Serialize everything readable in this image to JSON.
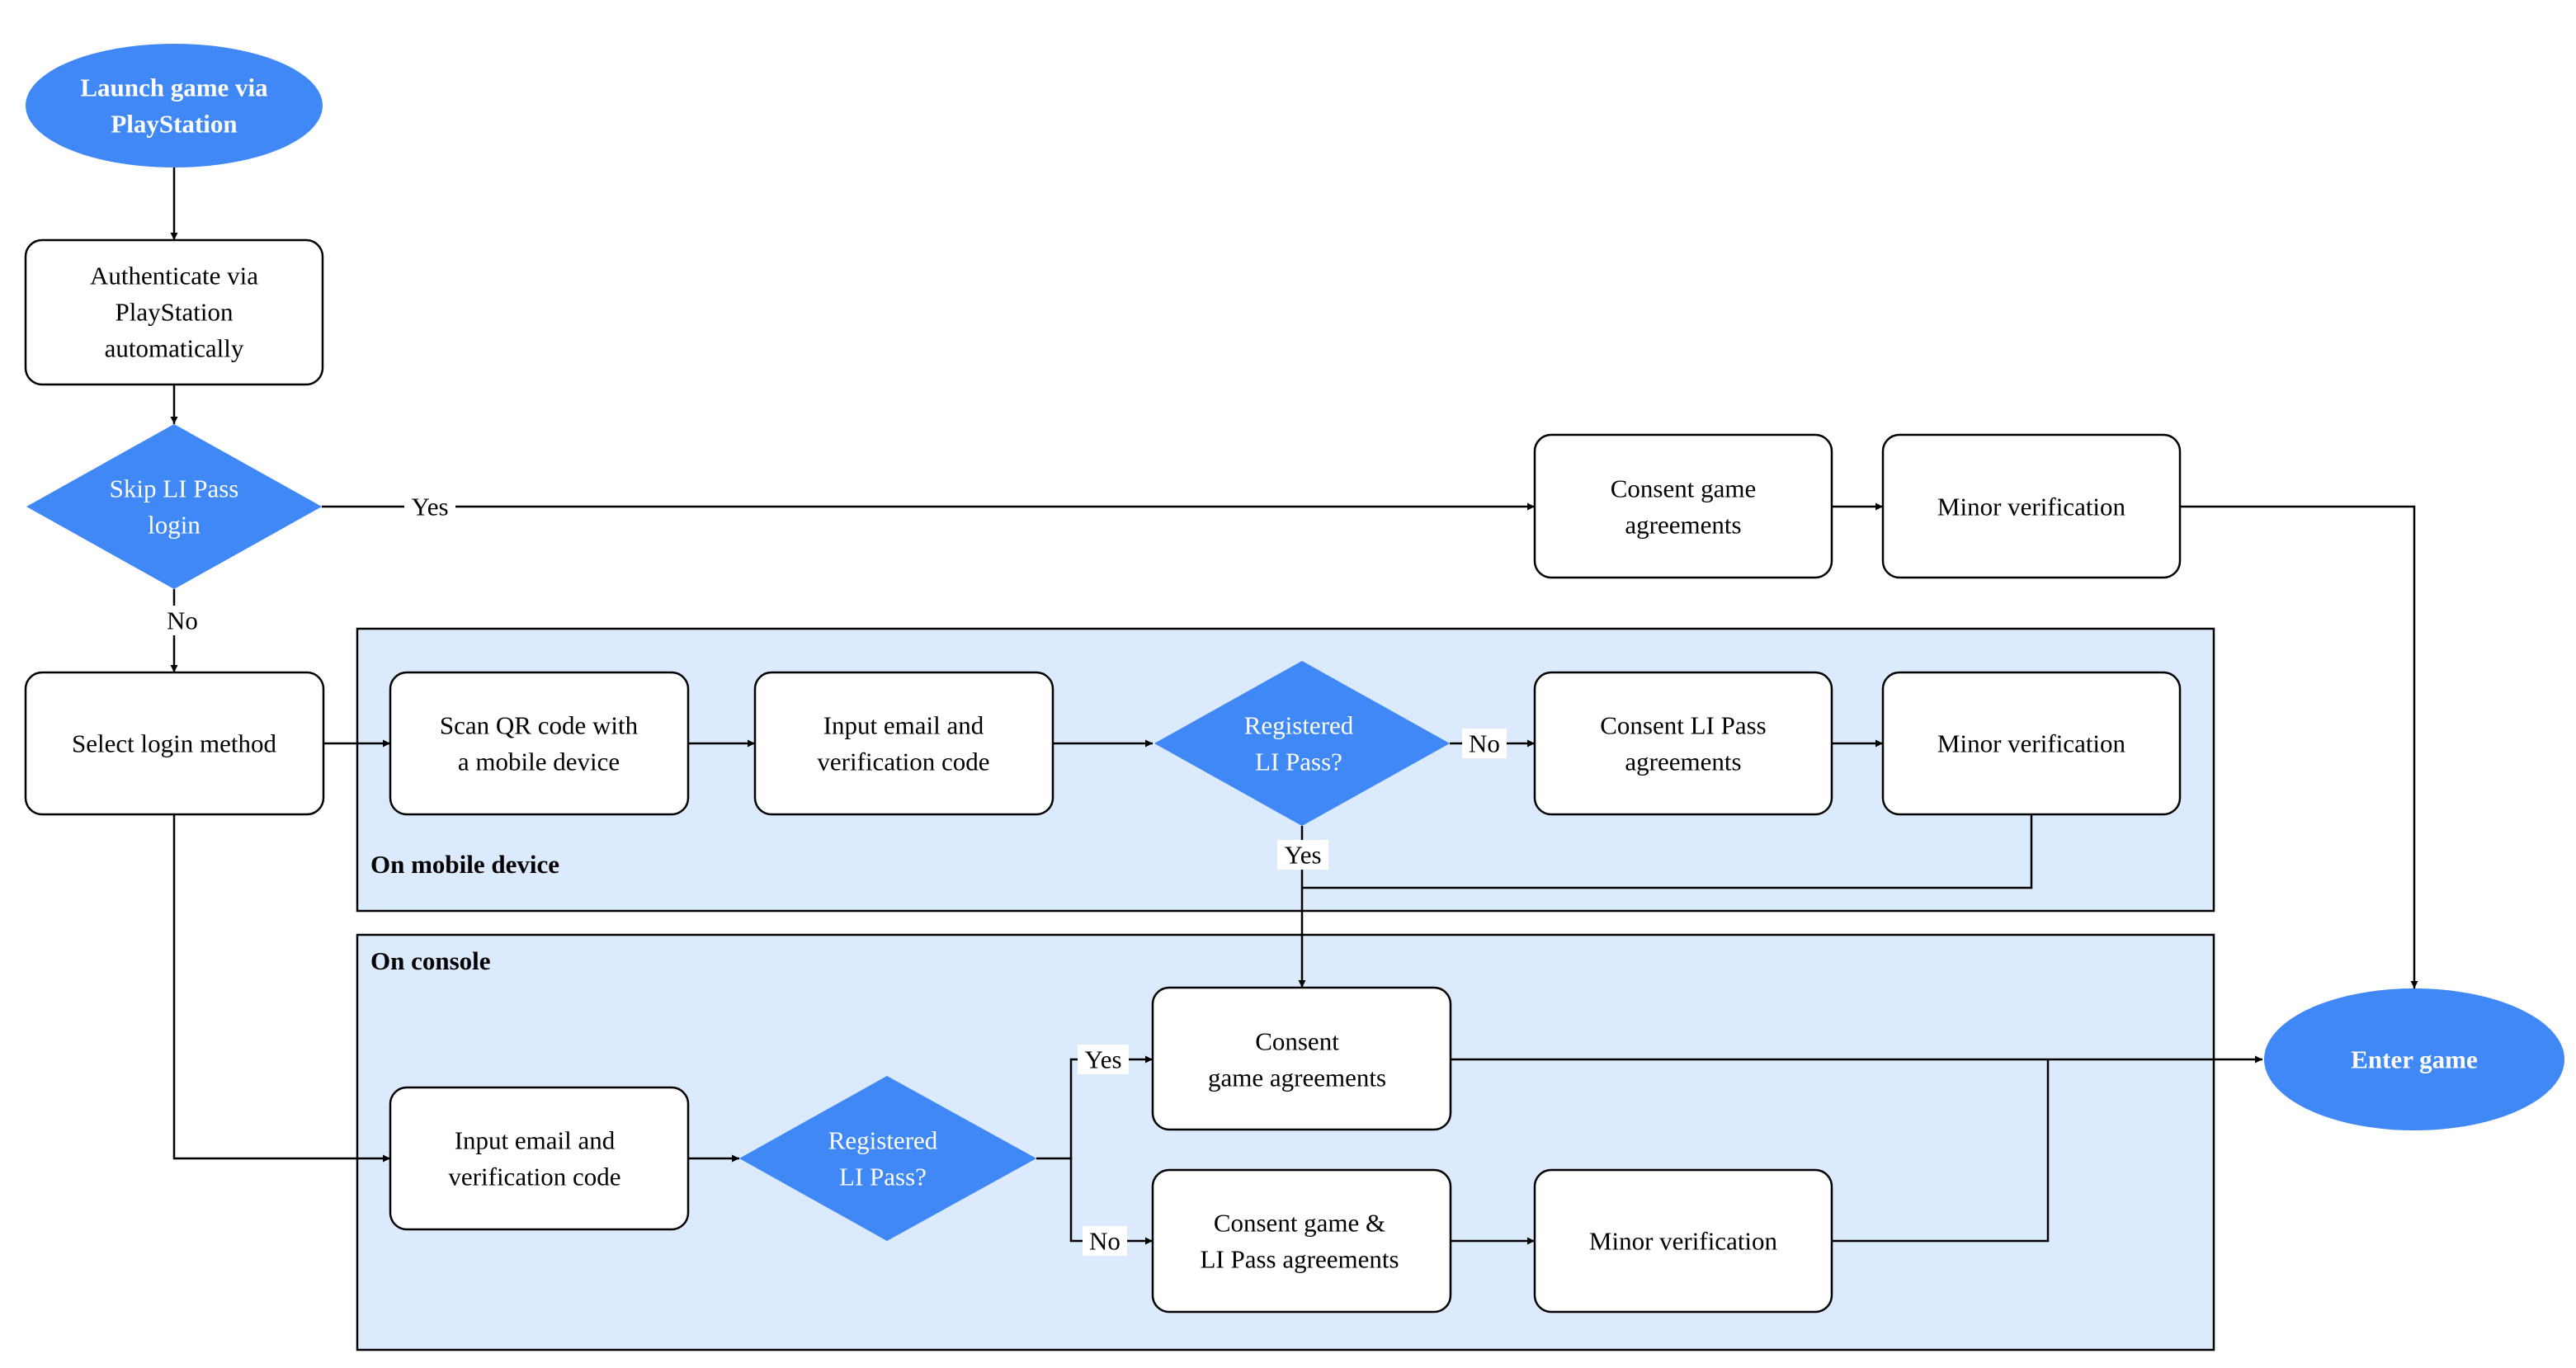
{
  "colors": {
    "accent": "#3f88f5",
    "group_fill": "#dbeafc",
    "line": "#000000",
    "box_fill": "#ffffff"
  },
  "nodes": {
    "launch": [
      "Launch game via",
      "PlayStation"
    ],
    "authenticate": [
      "Authenticate via",
      "PlayStation",
      "automatically"
    ],
    "skip_decision": [
      "Skip LI Pass",
      "login"
    ],
    "consent_game_top": [
      "Consent game",
      "agreements"
    ],
    "minor_top": [
      "Minor verification"
    ],
    "select_login": [
      "Select login method"
    ],
    "scan_qr": [
      "Scan QR code with",
      "a mobile device"
    ],
    "input_mobile": [
      "Input email and",
      "verification code"
    ],
    "registered_mobile": [
      "Registered",
      "LI Pass?"
    ],
    "consent_lipass_mobile": [
      "Consent LI Pass",
      "agreements"
    ],
    "minor_mobile": [
      "Minor verification"
    ],
    "consent_game_console": [
      "Consent",
      "game agreements"
    ],
    "input_console": [
      "Input email and",
      "verification code"
    ],
    "registered_console": [
      "Registered",
      "LI Pass?"
    ],
    "consent_both_console": [
      "Consent game &",
      "LI Pass agreements"
    ],
    "minor_console": [
      "Minor verification"
    ],
    "enter_game": [
      "Enter game"
    ]
  },
  "groups": {
    "mobile": "On mobile device",
    "console": "On console"
  },
  "edge_labels": {
    "skip_yes": "Yes",
    "skip_no": "No",
    "mobile_no": "No",
    "mobile_yes": "Yes",
    "console_yes": "Yes",
    "console_no": "No"
  }
}
